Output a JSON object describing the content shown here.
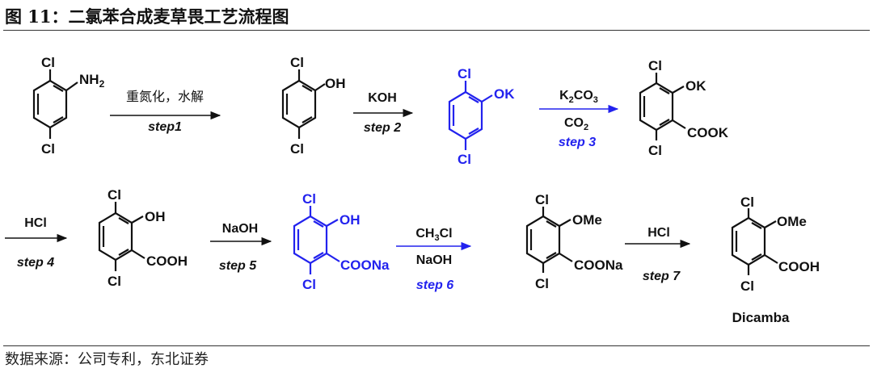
{
  "title": "图  11：二氯苯合成麦草畏工艺流程图",
  "source": "数据来源：公司专利，东北证券",
  "colors": {
    "black": "#111111",
    "blue": "#2222ee"
  },
  "atoms": {
    "cl": "Cl",
    "oh": "OH",
    "ok": "OK",
    "ome": "OMe",
    "nh2_base": "NH",
    "nh2_sub": "2",
    "cook": "COOK",
    "cooh": "COOH",
    "coona": "COONa"
  },
  "steps": {
    "s1": {
      "reagent": "重氮化，水解",
      "label": "step1"
    },
    "s2": {
      "reagent": "KOH",
      "label": "step 2"
    },
    "s3": {
      "reagent_base": "K",
      "reagent_sub1": "2",
      "reagent_mid": "CO",
      "reagent_sub2": "3",
      "co2_base": "CO",
      "co2_sub": "2",
      "label": "step 3"
    },
    "s4": {
      "reagent": "HCl",
      "label": "step 4"
    },
    "s5": {
      "reagent": "NaOH",
      "label": "step 5"
    },
    "s6": {
      "reagent_base": "CH",
      "reagent_sub": "3",
      "reagent_tail": "Cl",
      "reagent2": "NaOH",
      "label": "step 6"
    },
    "s7": {
      "reagent": "HCl",
      "label": "step 7"
    }
  },
  "product_name": "Dicamba"
}
